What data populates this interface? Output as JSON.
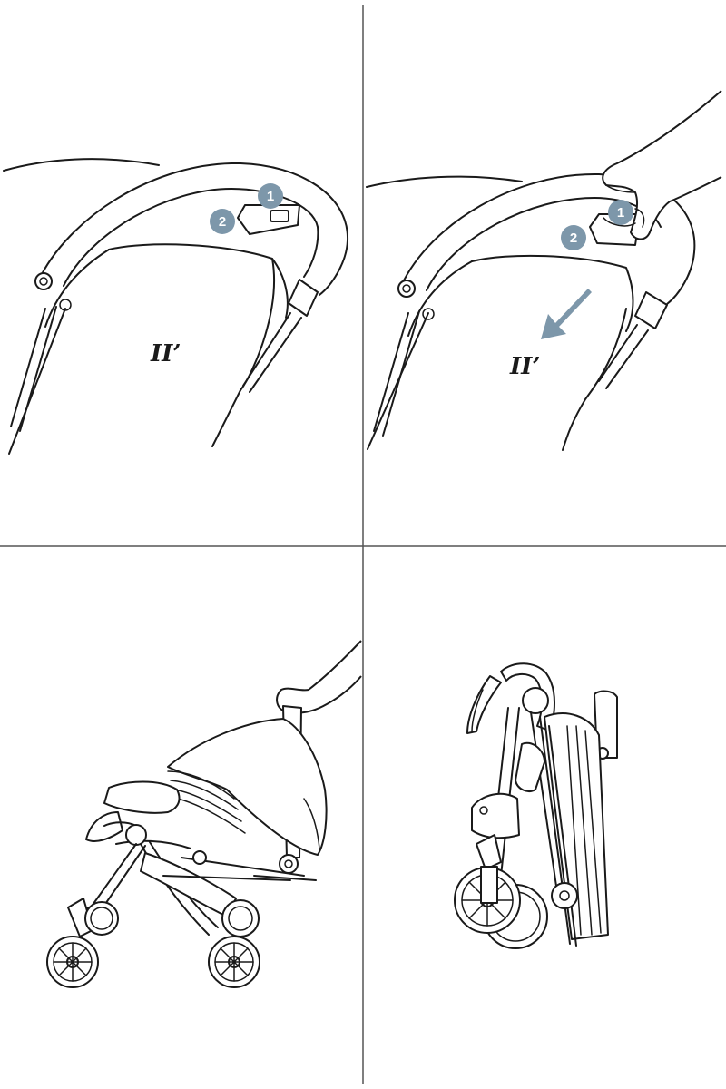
{
  "colors": {
    "badge": "#7d97aa",
    "line": "#1a1a1a",
    "divider": "#555555",
    "background": "#ffffff"
  },
  "panels": [
    {
      "step_badges": [
        "1",
        "2"
      ],
      "brand_mark": "II’"
    },
    {
      "step_badges": [
        "1",
        "2"
      ],
      "brand_mark": "II’"
    },
    {
      "step_badges": []
    },
    {
      "step_badges": []
    }
  ],
  "icons": [
    "arrow-down-left-icon",
    "hand-icon",
    "wheel-icon",
    "handle-button-icon"
  ]
}
